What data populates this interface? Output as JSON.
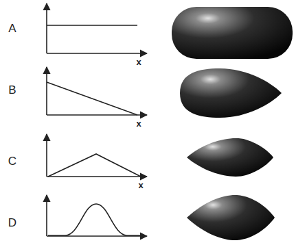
{
  "diagram": {
    "labels": [
      "A",
      "x",
      "B",
      "x",
      "C",
      "x",
      "D"
    ]
  }
}
